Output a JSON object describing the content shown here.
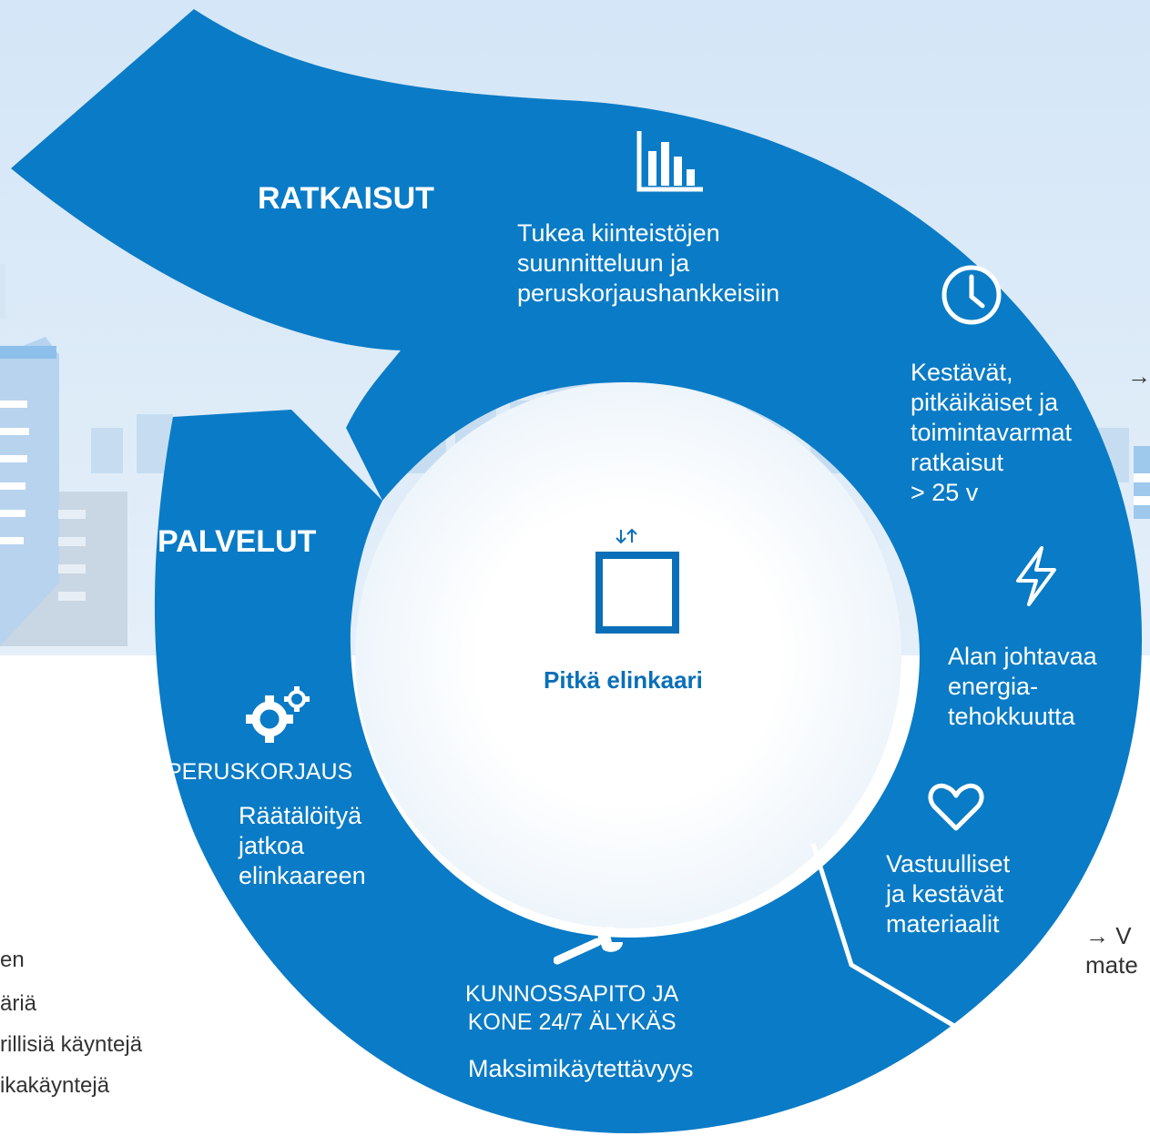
{
  "colors": {
    "sky": "#d8e8f6",
    "ring": "#0a7bc6",
    "center_text": "#0a6fb8",
    "skyline": "#c4dcf0",
    "building": "#b9d4ec"
  },
  "headings": {
    "ratkaisut": "RATKAISUT",
    "palvelut": "PALVELUT"
  },
  "center": {
    "label": "Pitkä elinkaari",
    "icon": "elevator-door-icon"
  },
  "solutions": {
    "planning": {
      "icon": "bar-chart-icon",
      "text": "Tukea kiinteistöjen\nsuunnitteluun ja\nperuskorjaushankkeisiin"
    },
    "durable": {
      "icon": "clock-icon",
      "text": "Kestävät,\npitkäikäiset ja\ntoimintavarmat\n ratkaisut\n> 25 v"
    },
    "energy": {
      "icon": "lightning-icon",
      "text": "Alan johtavaa\nenergia-\ntehokkuutta"
    },
    "materials": {
      "icon": "heart-icon",
      "text": "Vastuulliset\nja kestävät\nmateriaalit"
    }
  },
  "services": {
    "renovation": {
      "icon": "gears-icon",
      "title": "PERUSKORJAUS",
      "text": "Räätälöityä\njatkoa\nelinkaareen"
    },
    "maintenance": {
      "icon": "wrench-icon",
      "title": "KUNNOSSAPITO JA\nKONE 24/7 ÄLYKÄS",
      "text": "Maksimikäytettävyys"
    }
  },
  "right_fragments": {
    "top": "→",
    "bottom": "→ V\nmate"
  },
  "left_fragments": [
    "en",
    "äriä",
    "rillisiä käyntejä",
    "ikakäyntejä"
  ]
}
